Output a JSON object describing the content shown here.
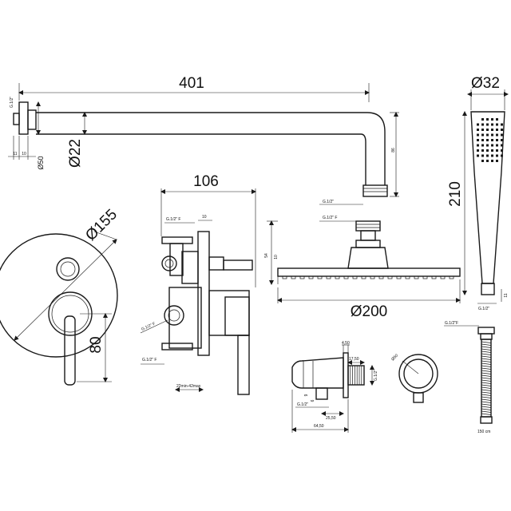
{
  "arm": {
    "length": "401",
    "pipe_dia": "Ø22",
    "flange_dia": "Ø50",
    "thread": "G.1/2\"",
    "dim_11": "11",
    "dim_10": "10",
    "drop": "86",
    "outlet_thread": "G.1/2\""
  },
  "handshower": {
    "dia": "Ø32",
    "length": "210",
    "thread": "G.1/2\"",
    "dim_11": "11"
  },
  "mixer_front": {
    "plate_dia": "Ø155",
    "handle_offset": "80"
  },
  "mixer_side": {
    "width": "106",
    "thread_top": "G.1/2\" F",
    "dim_10": "10",
    "thread_left": "G.1/2\" F",
    "thread_bottom": "G.1/2\" F",
    "wall_range": "22min-42max"
  },
  "shower_head": {
    "dia": "Ø200",
    "thread": "G.1/2\" F",
    "height": "54",
    "dim_10": "10"
  },
  "elbow": {
    "dim_4_50": "4,50",
    "dim_17_50": "17,50",
    "thread_side": "G.1/2\"",
    "dim_9": "9",
    "dim_6": "6",
    "thread_bottom": "G.1/2\"",
    "dim_25_50": "25,50",
    "dim_64_50": "64,50",
    "dia": "Ø50"
  },
  "hose": {
    "thread": "G.1/2\"F",
    "length": "150 cm"
  }
}
